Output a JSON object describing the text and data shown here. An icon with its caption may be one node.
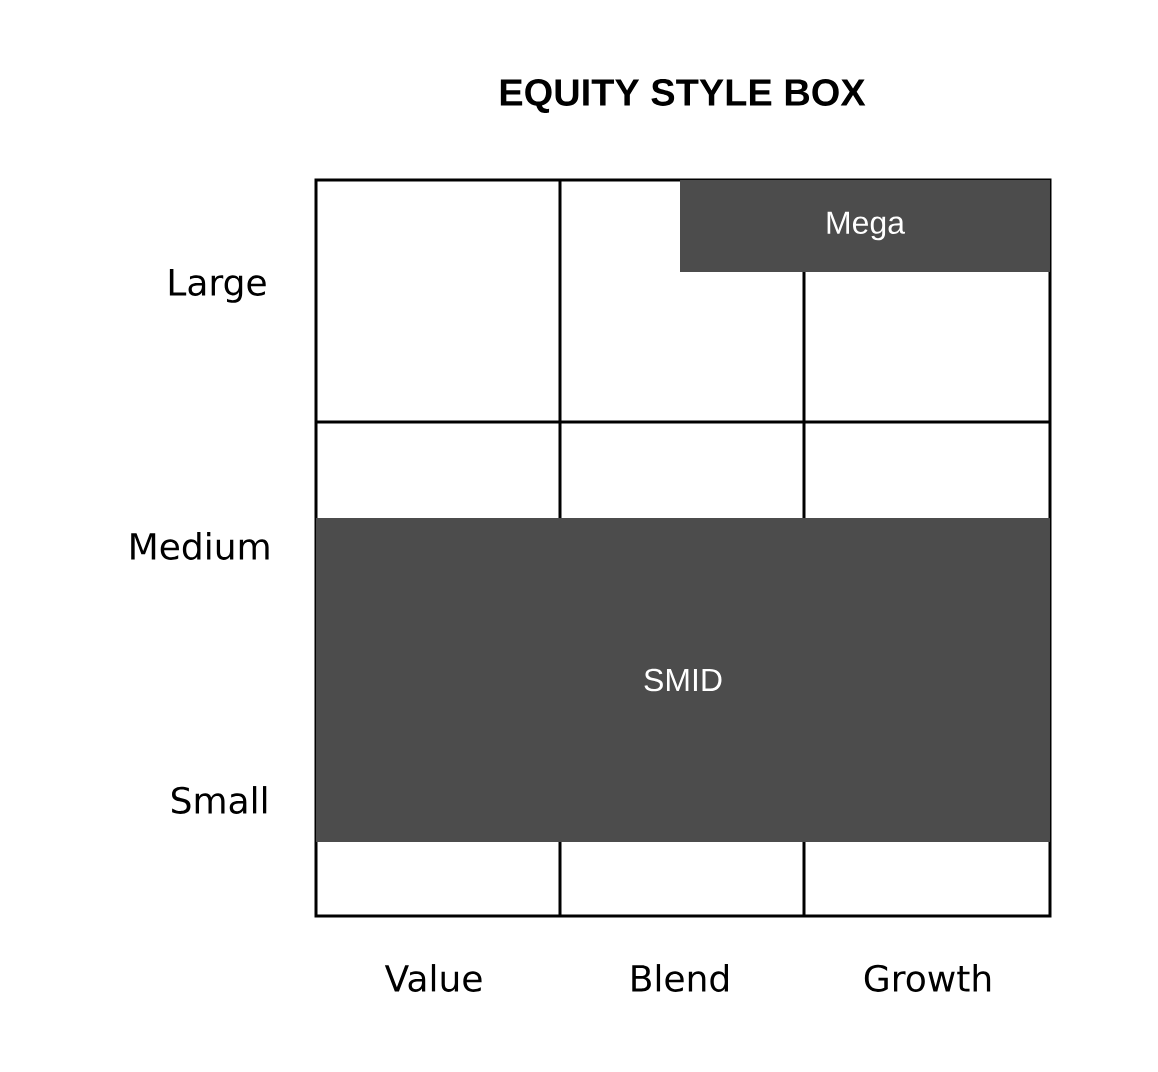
{
  "diagram": {
    "title": "EQUITY STYLE BOX",
    "nodes": [
      {
        "text": [
          "Mega"
        ]
      },
      {
        "text": [
          "SMID"
        ]
      }
    ],
    "labels": [
      "Large",
      "Medium",
      "Small",
      "Value",
      "Blend",
      "Growth"
    ]
  }
}
